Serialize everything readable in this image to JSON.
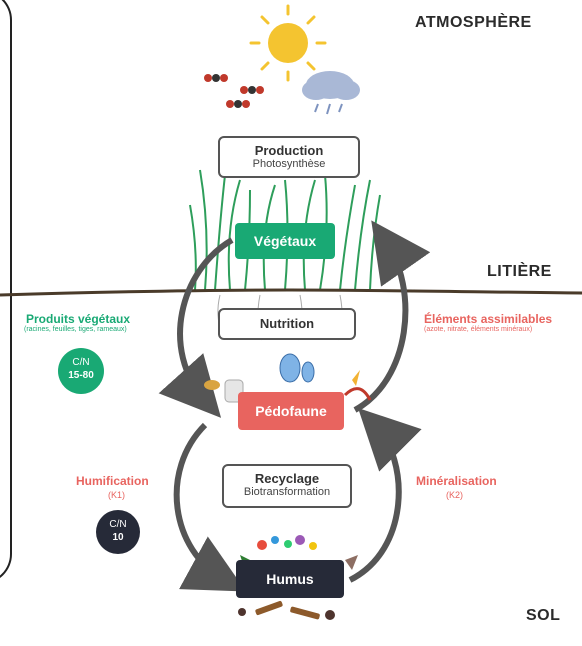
{
  "zones": {
    "atmosphere": "ATMOSPHÈRE",
    "litiere": "LITIÈRE",
    "sol": "SOL"
  },
  "boxes": {
    "production": {
      "title": "Production",
      "subtitle": "Photosynthèse"
    },
    "nutrition": {
      "title": "Nutrition"
    },
    "recyclage": {
      "title": "Recyclage",
      "subtitle": "Biotransformation"
    }
  },
  "pills": {
    "vegetaux": "Végétaux",
    "pedofaune": "Pédofaune",
    "humus": "Humus"
  },
  "left_labels": {
    "produits_vegetaux": {
      "title": "Produits végétaux",
      "subtitle": "(racines, feuilles, tiges, rameaux)"
    },
    "humification": {
      "title": "Humification",
      "subtitle": "(K1)"
    }
  },
  "right_labels": {
    "elements_assimilables": {
      "title": "Éléments assimilables",
      "subtitle": "(azote, nitrate, éléments minéraux)"
    },
    "mineralisation": {
      "title": "Minéralisation",
      "subtitle": "(K2)"
    }
  },
  "cn_badges": {
    "plants": {
      "label": "C/N",
      "value": "15-80"
    },
    "humus": {
      "label": "C/N",
      "value": "10"
    }
  },
  "colors": {
    "green": "#19a974",
    "red": "#e8645f",
    "dark": "#262a38",
    "arrow": "#555555",
    "zone_text": "#2b2b2b"
  },
  "icons": [
    "sun-icon",
    "co2-molecule-icon",
    "rain-cloud-icon",
    "grass-icon",
    "fauna-icon",
    "humus-debris-icon"
  ]
}
